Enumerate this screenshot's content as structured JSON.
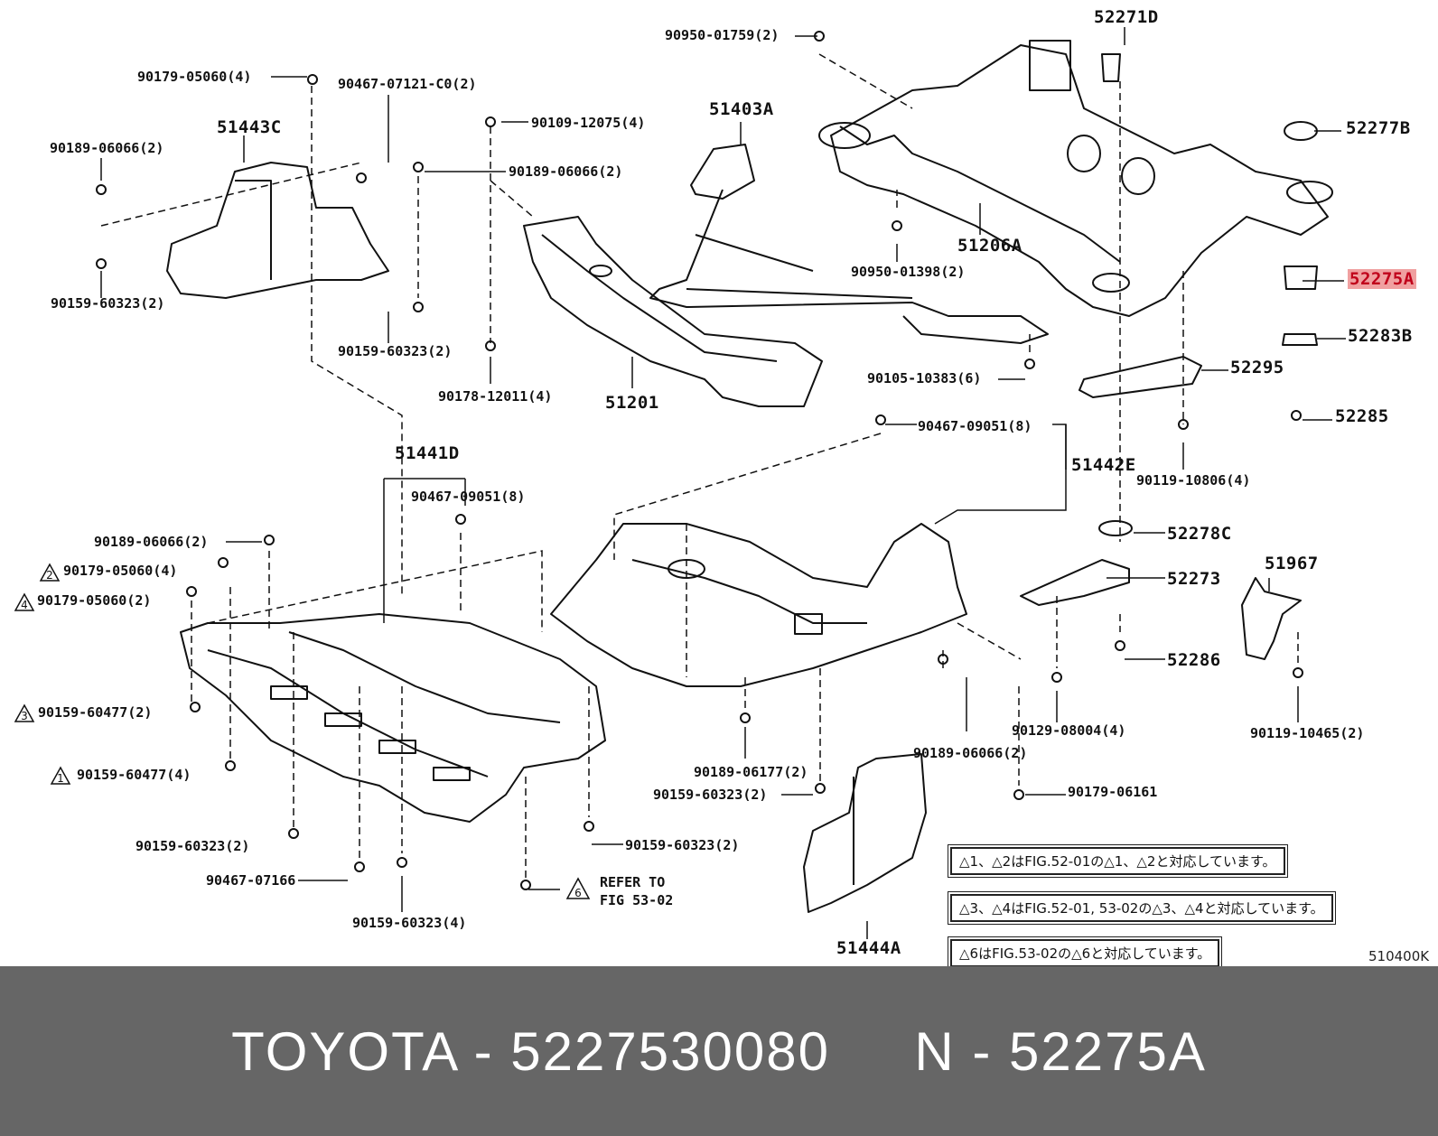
{
  "parts": [
    {
      "id": "p01",
      "text": "90950-01759(2)"
    },
    {
      "id": "p02",
      "text": "52271D"
    },
    {
      "id": "p03",
      "text": "90179-05060(4)"
    },
    {
      "id": "p04",
      "text": "90467-07121-C0(2)"
    },
    {
      "id": "p05",
      "text": "90109-12075(4)"
    },
    {
      "id": "p06",
      "text": "51403A"
    },
    {
      "id": "p07",
      "text": "52277B"
    },
    {
      "id": "p08",
      "text": "51443C"
    },
    {
      "id": "p09",
      "text": "90189-06066(2)"
    },
    {
      "id": "p10",
      "text": "90189-06066(2)"
    },
    {
      "id": "p11",
      "text": "51206A"
    },
    {
      "id": "p12",
      "text": "90950-01398(2)"
    },
    {
      "id": "p13",
      "text": "52275A"
    },
    {
      "id": "p14",
      "text": "90159-60323(2)"
    },
    {
      "id": "p15",
      "text": "90159-60323(2)"
    },
    {
      "id": "p16",
      "text": "52283B"
    },
    {
      "id": "p17",
      "text": "90105-10383(6)"
    },
    {
      "id": "p18",
      "text": "52295"
    },
    {
      "id": "p19",
      "text": "90178-12011(4)"
    },
    {
      "id": "p20",
      "text": "51201"
    },
    {
      "id": "p21",
      "text": "52285"
    },
    {
      "id": "p22",
      "text": "90467-09051(8)"
    },
    {
      "id": "p23",
      "text": "51441D"
    },
    {
      "id": "p24",
      "text": "51442E"
    },
    {
      "id": "p25",
      "text": "90119-10806(4)"
    },
    {
      "id": "p26",
      "text": "90467-09051(8)"
    },
    {
      "id": "p27",
      "text": "90189-06066(2)"
    },
    {
      "id": "p28",
      "text": "52278C"
    },
    {
      "id": "p29",
      "text": "90179-05060(4)"
    },
    {
      "id": "p30",
      "text": "90179-05060(2)"
    },
    {
      "id": "p31",
      "text": "51967"
    },
    {
      "id": "p32",
      "text": "52273"
    },
    {
      "id": "p33",
      "text": "52286"
    },
    {
      "id": "p34",
      "text": "90159-60477(2)"
    },
    {
      "id": "p35",
      "text": "90129-08004(4)"
    },
    {
      "id": "p36",
      "text": "90119-10465(2)"
    },
    {
      "id": "p37",
      "text": "90189-06066(2)"
    },
    {
      "id": "p38",
      "text": "90159-60477(4)"
    },
    {
      "id": "p39",
      "text": "90189-06177(2)"
    },
    {
      "id": "p40",
      "text": "90159-60323(2)"
    },
    {
      "id": "p41",
      "text": "90179-06161"
    },
    {
      "id": "p42",
      "text": "90159-60323(2)"
    },
    {
      "id": "p43",
      "text": "90159-60323(2)"
    },
    {
      "id": "p44",
      "text": "90467-07166"
    },
    {
      "id": "p45",
      "text": "90159-60323(4)"
    },
    {
      "id": "p46",
      "text": "51444A"
    }
  ],
  "refer_note": {
    "line1": "REFER TO",
    "line2": "FIG 53-02"
  },
  "notes": [
    {
      "text": "はFIG.52-01の",
      "tail": "と対応しています。"
    },
    {
      "text": "はFIG.52-01, 53-02の",
      "tail": "と対応しています。"
    },
    {
      "text": "はFIG.53-02の",
      "tail": "と対応しています。"
    }
  ],
  "figure_code": "510400K",
  "highlight_part": "52275A",
  "footer": {
    "text": "TOYOTA - 5227530080     N - 52275A"
  },
  "colors": {
    "footer_bg": "#666666",
    "highlight_bg": "#f0a0a0",
    "highlight_text": "#c0001a"
  }
}
